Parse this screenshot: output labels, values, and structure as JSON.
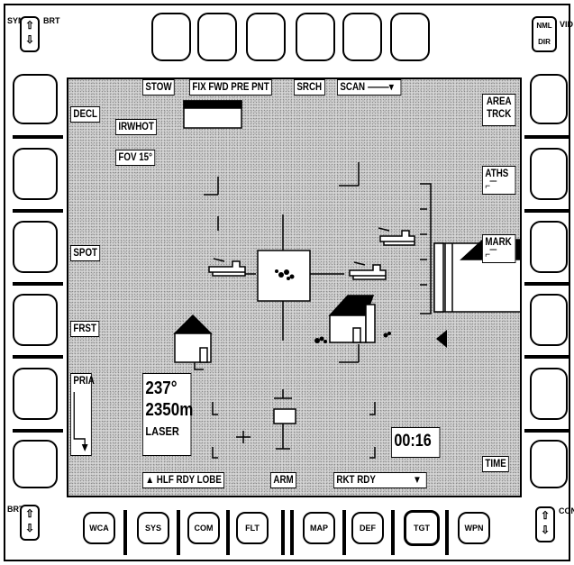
{
  "top_left": {
    "symb_label": "SYMB",
    "brt_label": "BRT"
  },
  "top_right": {
    "nml_label": "NML",
    "dir_label": "DIR",
    "vid_label": "VID"
  },
  "screen": {
    "top_labels": [
      "STOW",
      "FIX FWD PRE PNT",
      "SRCH",
      "SCAN"
    ],
    "left_labels": [
      "DECL",
      "SPOT",
      "FRST",
      "PRIA"
    ],
    "right_labels": [
      "AREA TRCK",
      "ATHS",
      "MARK",
      "TIME"
    ],
    "sensor": {
      "mode": "IRWHOT",
      "fov": "FOV 15°"
    },
    "readout": {
      "azimuth": "237°",
      "range": "2350m",
      "source": "LASER"
    },
    "timer": "00:16",
    "status": {
      "hlf": "▲ HLF RDY LOBE",
      "arm": "ARM",
      "rkt": "RKT RDY"
    }
  },
  "bottom_left": {
    "brt_label": "BRT"
  },
  "bottom_right": {
    "cont_label": "CONT"
  },
  "bottom_buttons": [
    "WCA",
    "SYS",
    "COM",
    "FLT",
    "MAP",
    "DEF",
    "TGT",
    "WPN"
  ],
  "active_button": "TGT",
  "icons": [
    "rocker-up-down-icon",
    "tank-icon",
    "building-icon",
    "target-box-icon",
    "crosshair-icon",
    "pointer-triangle-icon"
  ]
}
